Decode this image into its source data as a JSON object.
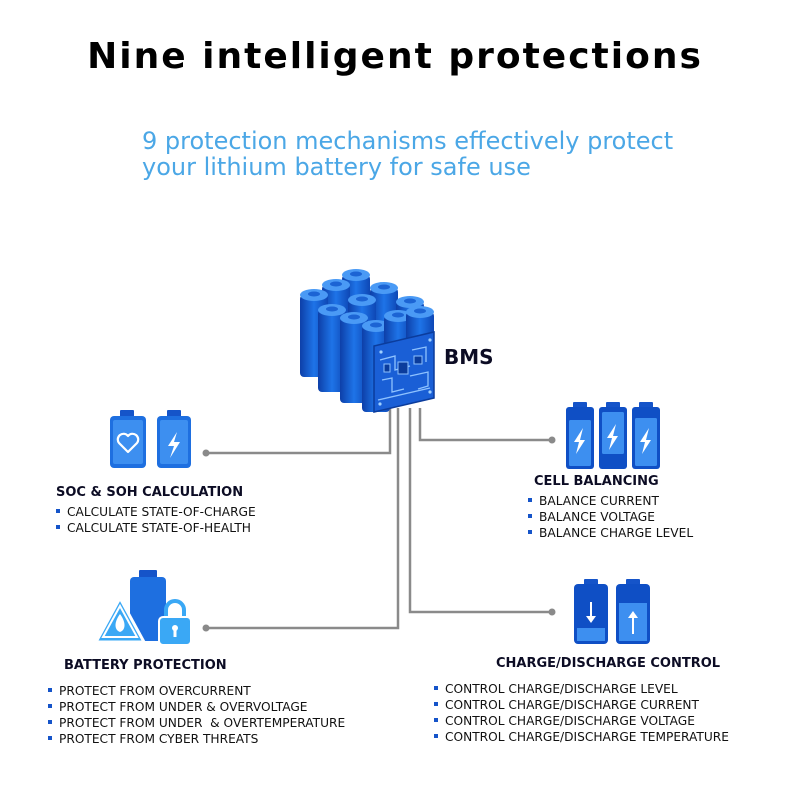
{
  "header": {
    "title": "Nine intelligent protections",
    "subtitle_line1": "9 protection mechanisms effectively protect",
    "subtitle_line2": "your lithium battery for safe use"
  },
  "bms_label": "BMS",
  "features": {
    "soc": {
      "title": "SOC & SOH CALCULATION",
      "items": [
        "CALCULATE STATE-OF-CHARGE",
        "CALCULATE STATE-OF-HEALTH"
      ]
    },
    "balancing": {
      "title": "CELL BALANCING",
      "items": [
        "BALANCE CURRENT",
        "BALANCE VOLTAGE",
        "BALANCE CHARGE LEVEL"
      ]
    },
    "protection": {
      "title": "BATTERY PROTECTION",
      "items": [
        "PROTECT FROM OVERCURRENT",
        "PROTECT FROM UNDER & OVERVOLTAGE",
        "PROTECT FROM UNDER  & OVERTEMPERATURE",
        "PROTECT FROM CYBER THREATS"
      ]
    },
    "charge": {
      "title": "CHARGE/DISCHARGE CONTROL",
      "items": [
        "CONTROL CHARGE/DISCHARGE LEVEL",
        "CONTROL CHARGE/DISCHARGE CURRENT",
        "CONTROL CHARGE/DISCHARGE VOLTAGE",
        "CONTROL CHARGE/DISCHARGE TEMPERATURE"
      ]
    }
  },
  "colors": {
    "accent": "#1554c9",
    "subtitle": "#4ba7e6",
    "connector": "#8a8a8a",
    "light_blue": "#3d8ff0"
  }
}
